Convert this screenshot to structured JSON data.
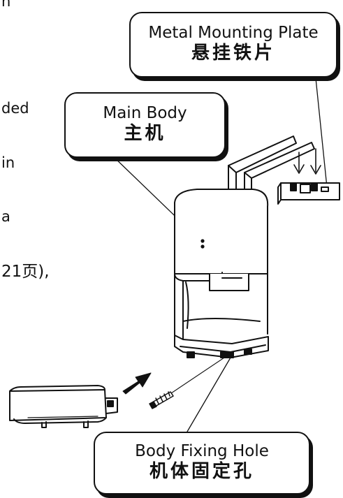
{
  "left_text_fragments": [
    "n",
    "ded",
    "in",
    "a",
    "21页),"
  ],
  "callouts": {
    "metal_plate": {
      "en": "Metal Mounting Plate",
      "zh": "悬挂铁片"
    },
    "main_body": {
      "en": "Main Body",
      "zh": "主机"
    },
    "fixing_hole": {
      "en": "Body Fixing Hole",
      "zh": "机体固定孔"
    }
  }
}
